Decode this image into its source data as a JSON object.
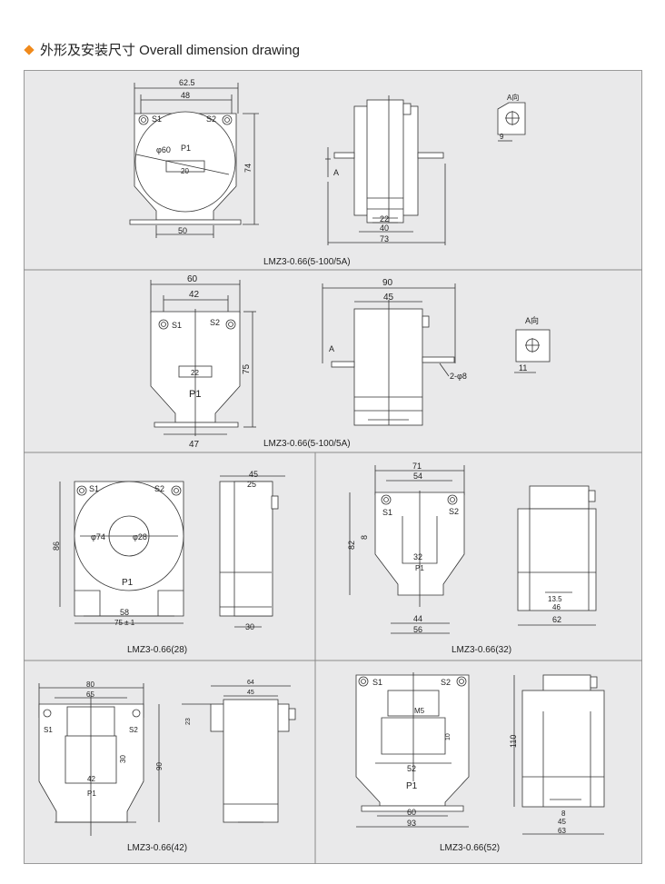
{
  "heading": {
    "text": "外形及安装尺寸 Overall dimension drawing",
    "accent_color": "#f08a1c"
  },
  "drawings": [
    {
      "caption": "LMZ3-0.66(5-100/5A)",
      "front": {
        "width": "62.5",
        "mount": "48",
        "height": "74",
        "window": "φ60",
        "slot": "20",
        "base": "50",
        "s1": "S1",
        "s2": "S2",
        "p1": "P1"
      },
      "side": {
        "d1": "22",
        "d2": "40",
        "d3": "73",
        "view": "A"
      },
      "detail": {
        "label": "A向",
        "dim": "9"
      }
    },
    {
      "caption": "LMZ3-0.66(5-100/5A)",
      "front": {
        "width": "60",
        "mount": "42",
        "height": "75",
        "slot": "22",
        "base": "47",
        "s1": "S1",
        "s2": "S2",
        "p1": "P1"
      },
      "side": {
        "d1": "90",
        "d2": "45",
        "hole": "2-φ8",
        "view": "A"
      },
      "detail": {
        "label": "A向",
        "dim": "11"
      }
    },
    {
      "caption": "LMZ3-0.66(28)",
      "front": {
        "height": "86",
        "outer": "φ74",
        "inner": "φ28",
        "base1": "58",
        "base2": "75 ± 1",
        "s1": "S1",
        "s2": "S2",
        "p1": "P1"
      },
      "side": {
        "d1": "45",
        "d2": "25",
        "d3": "30"
      }
    },
    {
      "caption": "LMZ3-0.66(32)",
      "front": {
        "width": "71",
        "mount": "54",
        "height": "82",
        "step": "8",
        "slot": "32",
        "base1": "44",
        "base2": "56",
        "s1": "S1",
        "s2": "S2",
        "p1": "P1"
      },
      "side": {
        "d1": "13.5",
        "d2": "46",
        "d3": "62"
      }
    },
    {
      "caption": "LMZ3-0.66(42)",
      "front": {
        "width": "80",
        "mount": "65",
        "height": "90",
        "inner": "30",
        "slot": "42",
        "s1": "S1",
        "s2": "S2",
        "p1": "P1"
      },
      "side": {
        "d1": "64",
        "d2": "45",
        "d3": "23"
      }
    },
    {
      "caption": "LMZ3-0.66(52)",
      "front": {
        "m5": "M5",
        "step": "10",
        "slot": "52",
        "base1": "60",
        "base2": "93",
        "s1": "S1",
        "s2": "S2",
        "p1": "P1"
      },
      "side": {
        "height": "110",
        "d1": "8",
        "d2": "45",
        "d3": "63"
      }
    }
  ]
}
